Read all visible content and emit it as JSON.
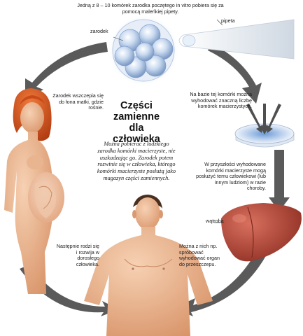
{
  "title": "Części zamienne dla człowieka",
  "description": "Można pobierać z ludzkiego zarodka komórki macierzyste, nie uszkadzając go. Zarodek potem rozwinie się w człowieka, którego komórki macierzyste posłużą jako magazyn części zamiennych.",
  "labels": {
    "embryo_info": "Jedną z 8 – 10 komórek zarodka poczętego in vitro pobiera się za pomocą maleńkiej pipety.",
    "embryo": "zarodek",
    "pipette": "pipeta",
    "culture": "Na bazie tej komórki można wyhodować znaczną liczbę komórek macierzystych.",
    "implant": "Zarodek wszczepia się do łona matki, gdzie rośnie.",
    "future_use": "W przyszłości wyhodowane komórki macierzyste mogą posłużyć temu człowiekowi (lub innym ludziom) w razie choroby.",
    "liver": "wątroba",
    "organ": "Można z nich np. spróbować wyhodować organ do przeszczepu.",
    "grow": "Następnie rodzi się i rozwija w dorosłego człowieka."
  },
  "colors": {
    "arrow": "#5a5a5a",
    "embryo_cell": "#a9c4e4",
    "skin": "#e9b48c",
    "hair": "#d9541f",
    "liver": "#b84a3a"
  }
}
